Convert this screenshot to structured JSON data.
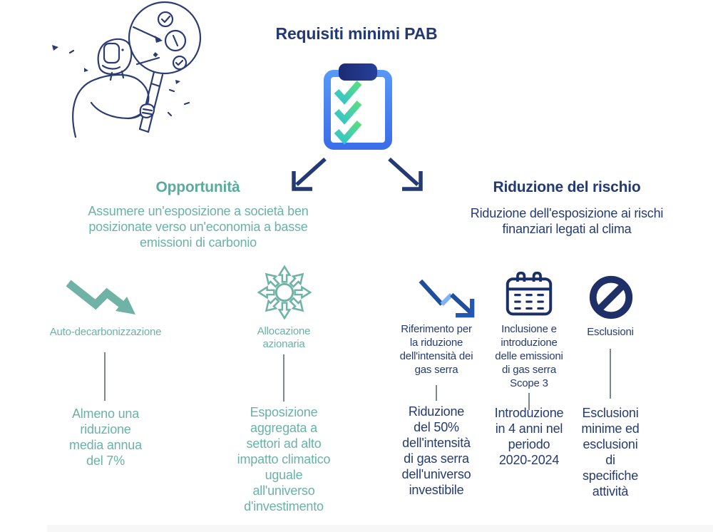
{
  "title": "Requisiti minimi PAB",
  "colors": {
    "navy": "#233A72",
    "teal": "#6BB2A6",
    "clipboard_blue": "#4285F4",
    "check_gradient": [
      "#35C4CE",
      "#5BDD7F"
    ],
    "trend_blue_dark": "#1D4F9E",
    "trend_blue_light": "#7FB2F2",
    "connector_grey": "#80858C"
  },
  "illustration": "person-with-magnifying-glass-checklist",
  "center_icon": "clipboard-checklist-icon",
  "left_branch": {
    "heading": "Opportunità",
    "description": "Assumere un'esposizione a società ben\nposizionate verso un'economia a basse\nemissioni di carbonio",
    "items": [
      {
        "icon": "declining-arrow-icon",
        "label": "Auto-decarbonizzazione",
        "detail": "Almeno una\nriduzione\nmedia annua\ndel 7%"
      },
      {
        "icon": "radiating-arrows-icon",
        "label": "Allocazione\nazionaria",
        "detail": "Esposizione\naggregata a\nsettori ad alto\nimpatto climatico\nuguale\nall'universo\nd'investimento"
      }
    ]
  },
  "right_branch": {
    "heading": "Riduzione del rischio",
    "description": "Riduzione dell'esposizione ai rischi\nfinanziari legati al clima",
    "items": [
      {
        "icon": "declining-trend-icon",
        "label": "Riferimento per\nla riduzione\ndell'intensità dei\ngas serra",
        "detail": "Riduzione\ndel 50%\ndell'intensità\ndi gas serra\ndell'universo\ninvestibile"
      },
      {
        "icon": "calendar-icon",
        "label": "Inclusione e\nintroduzione\ndelle emissioni\ndi gas serra\nScope 3",
        "detail": "Introduzione\nin 4 anni nel\nperiodo\n2020-2024"
      },
      {
        "icon": "prohibition-icon",
        "label": "Esclusioni",
        "detail": "Esclusioni\nminime ed\nesclusioni\ndi\nspecifiche\nattività"
      }
    ]
  }
}
